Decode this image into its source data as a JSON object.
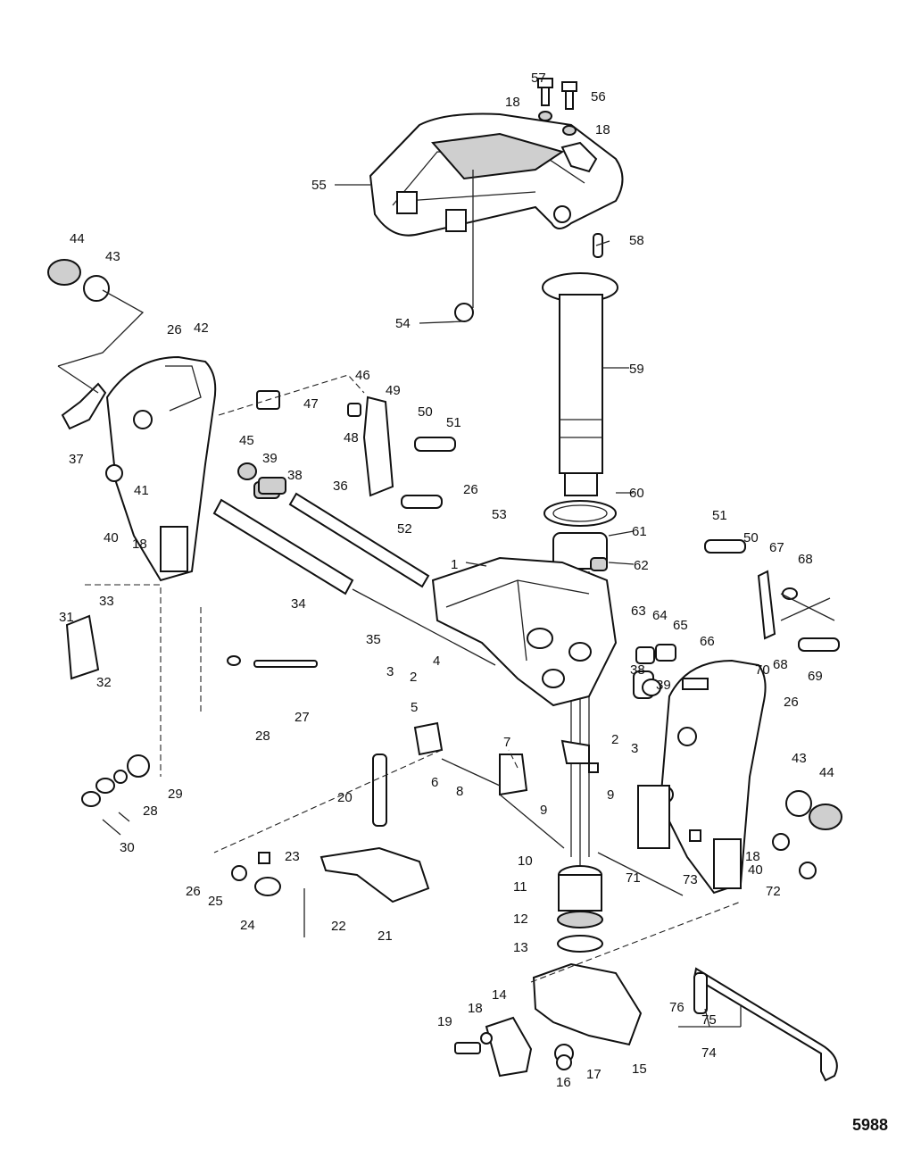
{
  "figure_number": "5988",
  "part_labels": [
    "57",
    "56",
    "18",
    "18",
    "55",
    "58",
    "54",
    "44",
    "43",
    "26",
    "42",
    "37",
    "45",
    "47",
    "46",
    "49",
    "50",
    "51",
    "48",
    "59",
    "41",
    "39",
    "38",
    "36",
    "26",
    "53",
    "52",
    "40",
    "18",
    "1",
    "60",
    "61",
    "62",
    "51",
    "50",
    "67",
    "68",
    "33",
    "34",
    "35",
    "63",
    "64",
    "65",
    "66",
    "31",
    "32",
    "3",
    "2",
    "4",
    "5",
    "27",
    "28",
    "38",
    "39",
    "70",
    "68",
    "69",
    "26",
    "7",
    "2",
    "3",
    "29",
    "28",
    "20",
    "6",
    "8",
    "43",
    "44",
    "30",
    "9",
    "9",
    "10",
    "71",
    "73",
    "18",
    "40",
    "72",
    "23",
    "26",
    "25",
    "24",
    "22",
    "21",
    "11",
    "12",
    "13",
    "14",
    "18",
    "19",
    "16",
    "17",
    "15",
    "76",
    "75",
    "74"
  ]
}
